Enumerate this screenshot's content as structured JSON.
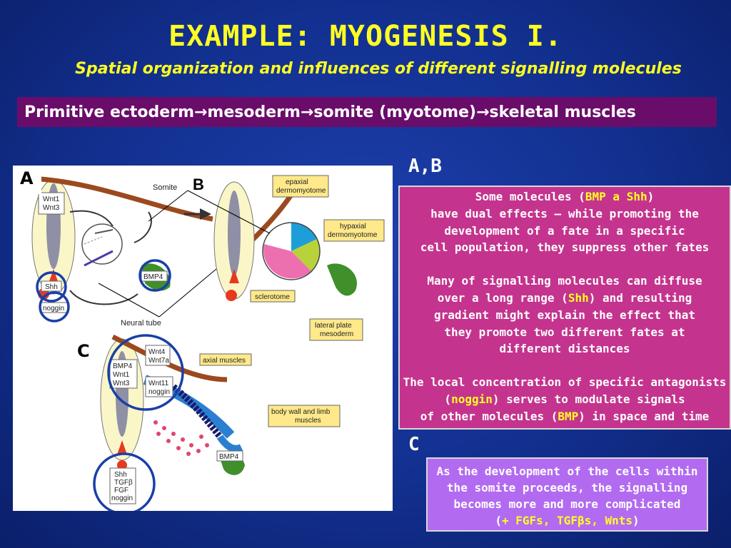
{
  "title": "EXAMPLE: MYOGENESIS I.",
  "subtitle": "Spatial organization and influences of different signalling molecules",
  "banner": "Primitive ectoderm→mesoderm→somite (myotome)→skeletal muscles",
  "panel_ab_label": "A,B",
  "panel_c_label": "C",
  "box_ab": {
    "p1_l1_pre": "Some molecules (",
    "p1_l1_hl": "BMP a Shh",
    "p1_l1_post": ")",
    "p1_l2": "have dual effects – while promoting the",
    "p1_l3": "development of a fate in a specific",
    "p1_l4": "cell population, they suppress other fates",
    "p2_l1": "Many of signalling molecules can diffuse",
    "p2_l2_pre": "over a long range (",
    "p2_l2_hl": "Shh",
    "p2_l2_post": ") and resulting",
    "p2_l3": "gradient might explain the effect that",
    "p2_l4": "they promote two different fates at",
    "p2_l5": "different distances",
    "p3_l1": "The local concentration of specific antagonists",
    "p3_l2_pre": "(",
    "p3_l2_hl": "noggin",
    "p3_l2_post": ") serves to modulate signals",
    "p3_l3_pre": "of other molecules (",
    "p3_l3_hl": "BMP",
    "p3_l3_post": ") in space and time"
  },
  "box_c": {
    "l1": "As the development of the cells within",
    "l2": "the somite proceeds, the signalling",
    "l3": "becomes more and more complicated",
    "l4_pre": "(",
    "l4_hl": "+ FGFs, TGFβs, Wnts",
    "l4_post": ")"
  },
  "figure": {
    "label_a": "A",
    "label_b": "B",
    "label_c": "C",
    "somite": "Somite",
    "neural_tube": "Neural tube",
    "wnt1_wnt3": [
      "Wnt1",
      "Wnt3"
    ],
    "shh": "Shh",
    "noggin": "noggin",
    "bmp4": "BMP4",
    "epaxial": [
      "epaxial",
      "dermomyotome"
    ],
    "hypaxial": [
      "hypaxial",
      "dermomyotome"
    ],
    "sclerotome": "sclerotome",
    "lateral_plate": [
      "lateral plate",
      "mesoderm"
    ],
    "wnt4_wnt7a": [
      "Wnt4",
      "Wnt7a"
    ],
    "bmp4_wnt1_wnt3": [
      "BMP4",
      "Wnt1",
      "Wnt3"
    ],
    "wnt11_noggin": [
      "Wnt11",
      "noggin"
    ],
    "axial_muscles": "axial muscles",
    "body_wall": [
      "body wall and limb",
      "muscles"
    ],
    "bmp4_c": "BMP4",
    "shh_tgf_fgf_noggin": [
      "Shh",
      "TGFβ",
      "FGF",
      "noggin"
    ]
  }
}
